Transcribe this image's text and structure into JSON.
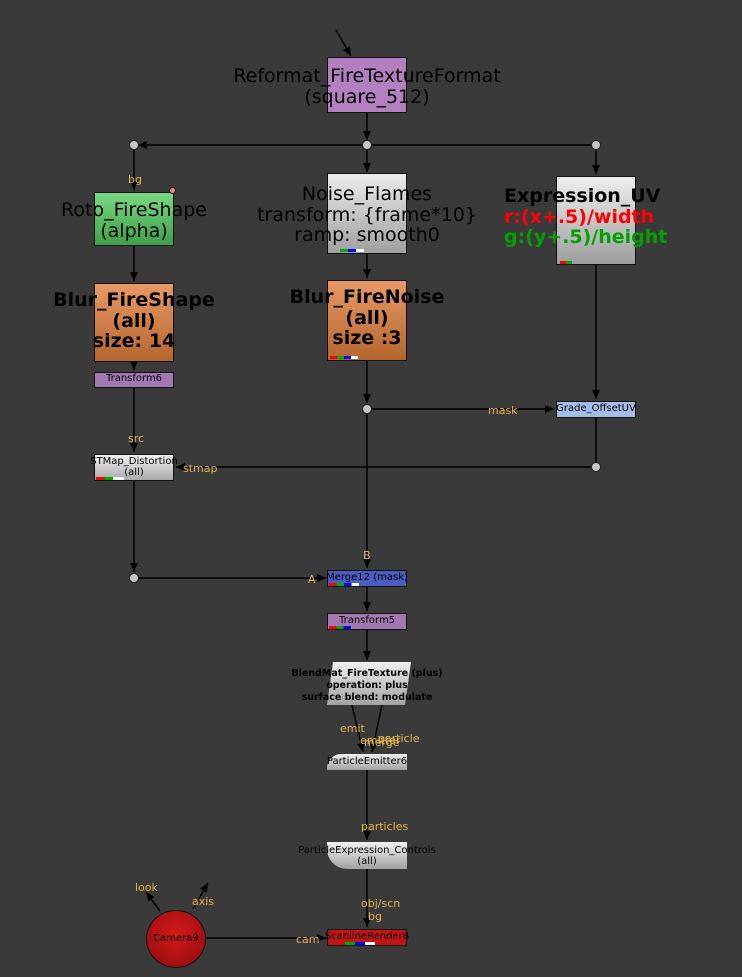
{
  "colors": {
    "background": "#3a3a3a",
    "wire": "#000000",
    "pin_label": "#e6b34d",
    "reformat": "#b27fbf",
    "roto": "#5fc86a",
    "noise": "#d4d4d4",
    "expression": "#d4d4d4",
    "blur": "#d3814b",
    "transform": "#a277b2",
    "grade": "#a2bde6",
    "stmap": "#d4d4d4",
    "merge": "#4a5bc2",
    "blendmat": "#d4d4d4",
    "emitter": "#d4d4d4",
    "particle_expr": "#d4d4d4",
    "camera": "#b30e0e",
    "scanline": "#c41414",
    "expr_red": "#ff0000",
    "expr_green": "#00a000"
  },
  "nodes": {
    "reformat": {
      "line1": "Reformat_FireTextureFormat",
      "line2": "(square_512)"
    },
    "roto": {
      "line1": "Roto_FireShape",
      "line2": "(alpha)"
    },
    "noise": {
      "line1": "Noise_Flames",
      "line2": "transform: {frame*10}",
      "line3": "ramp: smooth0"
    },
    "expression": {
      "line1": "Expression_UV",
      "line2": "r:(x+.5)/width",
      "line3": "g:(y+.5)/height"
    },
    "blur_shape": {
      "line1": "Blur_FireShape",
      "line2": "(all)",
      "line3": "size: 14"
    },
    "blur_noise": {
      "line1": "Blur_FireNoise",
      "line2": "(all)",
      "line3": "size :3"
    },
    "transform6": {
      "label": "Transform6"
    },
    "grade": {
      "label": "Grade_OffsetUV"
    },
    "stmap": {
      "line1": "STMap_Distortion",
      "line2": "(all)"
    },
    "merge": {
      "label": "Merge12 (mask)"
    },
    "transform5": {
      "label": "Transform5"
    },
    "blendmat": {
      "line1": "BlendMat_FireTexture (plus)",
      "line2": "operation: plus",
      "line3": "surface blend: modulate"
    },
    "emitter": {
      "label": "ParticleEmitter6"
    },
    "particle_expr": {
      "line1": "ParticleExpression_Controls",
      "line2": "(all)"
    },
    "camera": {
      "label": "Camera9"
    },
    "scanline": {
      "label": "ScanlineRender8"
    }
  },
  "pins": {
    "bg1": "bg",
    "mask": "mask",
    "src": "src",
    "stmap": "stmap",
    "B": "B",
    "A": "A",
    "emit": "emit",
    "emitter_top": "emitter",
    "particle_top": "particle",
    "merge_top": "merge",
    "particles": "particles",
    "look": "look",
    "axis": "axis",
    "objscn": "obj/scn",
    "bg2": "bg",
    "cam": "cam"
  }
}
